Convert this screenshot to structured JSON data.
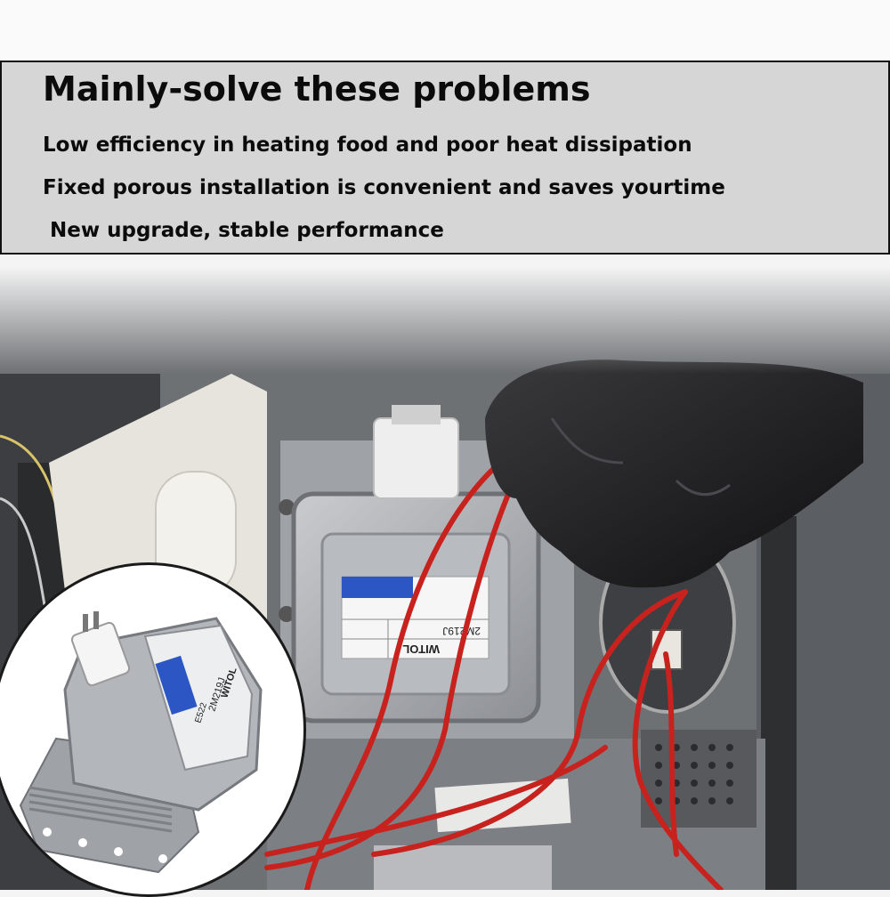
{
  "banner": {
    "title": "Mainly-solve these problems",
    "points": [
      "Low efficiency in heating food and poor heat dissipation",
      "Fixed porous installation is convenient and saves yourtime",
      " New upgrade, stable performance"
    ]
  },
  "photo": {
    "label_brand": "WITOL",
    "label_model": "2M219J",
    "inset_label_brand": "WITOL",
    "inset_label_model": "2M219J",
    "inset_label_code": "E522"
  },
  "colors": {
    "banner_bg": "#d6d6d6",
    "banner_border": "#111111",
    "text": "#0b0b0b",
    "wire_red": "#c8221e",
    "glove_black": "#1c1c1e",
    "magnetron_silver": "#a9acb0",
    "label_blue": "#2b56c4"
  }
}
